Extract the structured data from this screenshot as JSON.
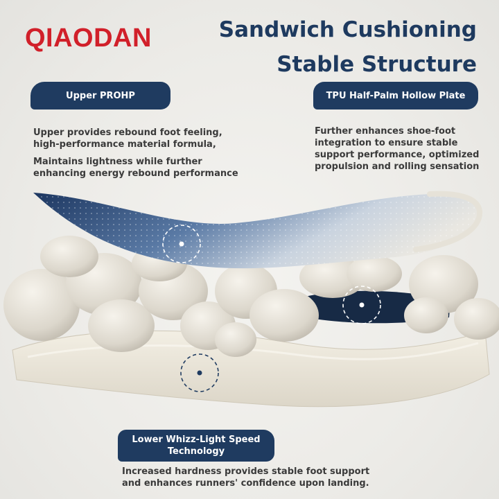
{
  "brand": {
    "name": "QIAODAN",
    "color": "#d1202a"
  },
  "headline": {
    "line1": "Sandwich Cushioning",
    "line2": "Stable Structure",
    "color": "#1e3a5f"
  },
  "callouts": {
    "upper": {
      "label": "Upper PROHP",
      "text1": "Upper provides rebound foot feeling, high-performance material formula,",
      "text2": "Maintains lightness while further enhancing energy rebound performance"
    },
    "plate": {
      "label": "TPU Half-Palm Hollow Plate",
      "text1": "Further enhances shoe-foot integration to ensure stable support performance, optimized propulsion and rolling sensation"
    },
    "lower": {
      "label": "Lower Whizz-Light Speed Technology",
      "text1": "Increased hardness provides stable foot support and enhances runners' confidence upon landing."
    }
  },
  "colors": {
    "navy": "#1f3b60",
    "foam": "#e8e4da"
  },
  "icons": [
    "hotspot-marker-icon"
  ]
}
